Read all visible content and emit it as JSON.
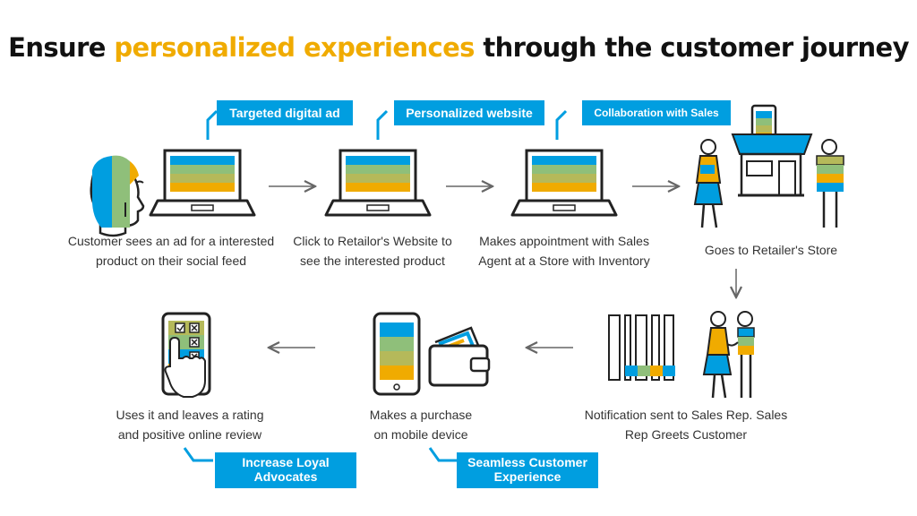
{
  "title": {
    "part1": "Ensure ",
    "highlight": "personalized experiences",
    "part2": " through the customer journey"
  },
  "steps": {
    "s1": {
      "tag": "Targeted digital ad",
      "caption": [
        "Customer sees an ad for a interested",
        "product on their social feed"
      ]
    },
    "s2": {
      "tag": "Personalized website",
      "caption": [
        "Click to Retailor's Website to",
        "see the interested product"
      ]
    },
    "s3": {
      "tag": "Collaboration with Sales",
      "caption": [
        "Makes appointment with Sales",
        "Agent at a Store with Inventory"
      ]
    },
    "s4": {
      "caption": [
        "Goes to Retailer's Store"
      ]
    },
    "s5": {
      "caption": [
        "Notification sent to Sales Rep. Sales",
        "Rep Greets Customer"
      ]
    },
    "s6": {
      "tag": [
        "Seamless Customer",
        "Experience"
      ],
      "caption": [
        "Makes a purchase",
        "on mobile device"
      ]
    },
    "s7": {
      "tag": [
        "Increase Loyal",
        "Advocates"
      ],
      "caption": [
        "Uses it and leaves a rating",
        "and positive online review"
      ]
    }
  },
  "colors": {
    "accent": "#009ee0",
    "highlight": "#f0ab00",
    "stripes": [
      "#009ee0",
      "#8fbf7a",
      "#b5b95a",
      "#f0ab00"
    ]
  }
}
